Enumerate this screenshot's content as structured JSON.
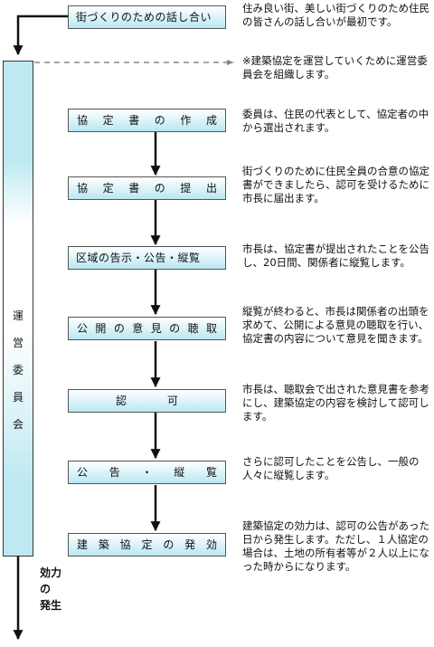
{
  "top_step": {
    "label": "街づくりのための話し合い",
    "desc": "住み良い街、美しい街づくりのため住民の皆さんの話し合いが最初です。"
  },
  "committee": {
    "label_chars": [
      "運",
      "営",
      "委",
      "員",
      "会"
    ],
    "note": "※建築協定を運営していくために運営委員会を組織します。"
  },
  "steps": [
    {
      "chars": [
        "協",
        "定",
        "書",
        "の",
        "作",
        "成"
      ],
      "desc": "委員は、住民の代表として、協定者の中から選出されます。"
    },
    {
      "chars": [
        "協",
        "定",
        "書",
        "の",
        "提",
        "出"
      ],
      "desc": "街づくりのために住民全員の合意の協定書ができましたら、認可を受けるために市長に届出ます。"
    },
    {
      "label": "区域の告示・公告・縦覧",
      "desc": "市長は、協定書が提出されたことを公告し、20日間、関係者に縦覧します。"
    },
    {
      "chars": [
        "公",
        "開",
        "の",
        "意",
        "見",
        "の",
        "聴",
        "取"
      ],
      "desc": "縦覧が終わると、市長は関係者の出頭を求めて、公開による意見の聴取を行い、協定書の内容について意見を聞きます。"
    },
    {
      "chars": [
        "認",
        "可"
      ],
      "desc": "市長は、聴取会で出された意見書を参考にし、建築協定の内容を検討して認可します。"
    },
    {
      "chars": [
        "公",
        "告",
        "・",
        "縦",
        "覧"
      ],
      "desc": "さらに認可したことを公告し、一般の人々に縦覧します。"
    },
    {
      "chars": [
        "建",
        "築",
        "協",
        "定",
        "の",
        "発",
        "効"
      ],
      "desc": "建築協定の効力は、認可の公告があった日から発生します。ただし、１人協定の場合は、土地の所有者等が２人以上になった時からになります。"
    }
  ],
  "final": {
    "chars": [
      "効",
      "力",
      "の",
      "発",
      "生"
    ]
  },
  "colors": {
    "box_fill": "#b9e7f2",
    "bar_fill": "#bfe9f2",
    "line": "#111111",
    "dashed": "#888888"
  }
}
